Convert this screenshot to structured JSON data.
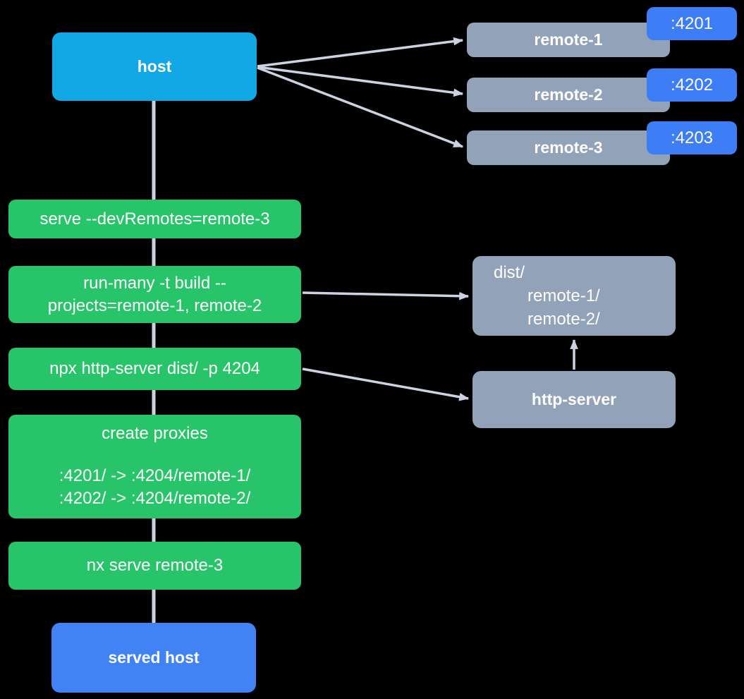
{
  "colors": {
    "bg": "#000000",
    "host_fill": "#12a8e6",
    "served_fill": "#4183f4",
    "badge_fill": "#3d7ef7",
    "remote_fill": "#92a2b8",
    "step_fill": "#28c46a",
    "edge": "#cbd2e1",
    "text": "#ffffff"
  },
  "host": {
    "label": "host"
  },
  "remotes": [
    {
      "label": "remote-1",
      "port": ":4201"
    },
    {
      "label": "remote-2",
      "port": ":4202"
    },
    {
      "label": "remote-3",
      "port": ":4203"
    }
  ],
  "steps": {
    "serve": {
      "label": "serve --devRemotes=remote-3"
    },
    "build": {
      "line1": "run-many -t build --",
      "line2": "projects=remote-1, remote-2"
    },
    "http": {
      "label": "npx http-server dist/ -p 4204"
    },
    "proxies": {
      "title": "create proxies",
      "line1": ":4201/ -> :4204/remote-1/",
      "line2": ":4202/ -> :4204/remote-2/"
    },
    "serve_remote": {
      "label": "nx serve remote-3"
    }
  },
  "dist": {
    "line1": "dist/",
    "line2": "remote-1/",
    "line3": "remote-2/"
  },
  "http_server": {
    "label": "http-server"
  },
  "served_host": {
    "label": "served host"
  }
}
